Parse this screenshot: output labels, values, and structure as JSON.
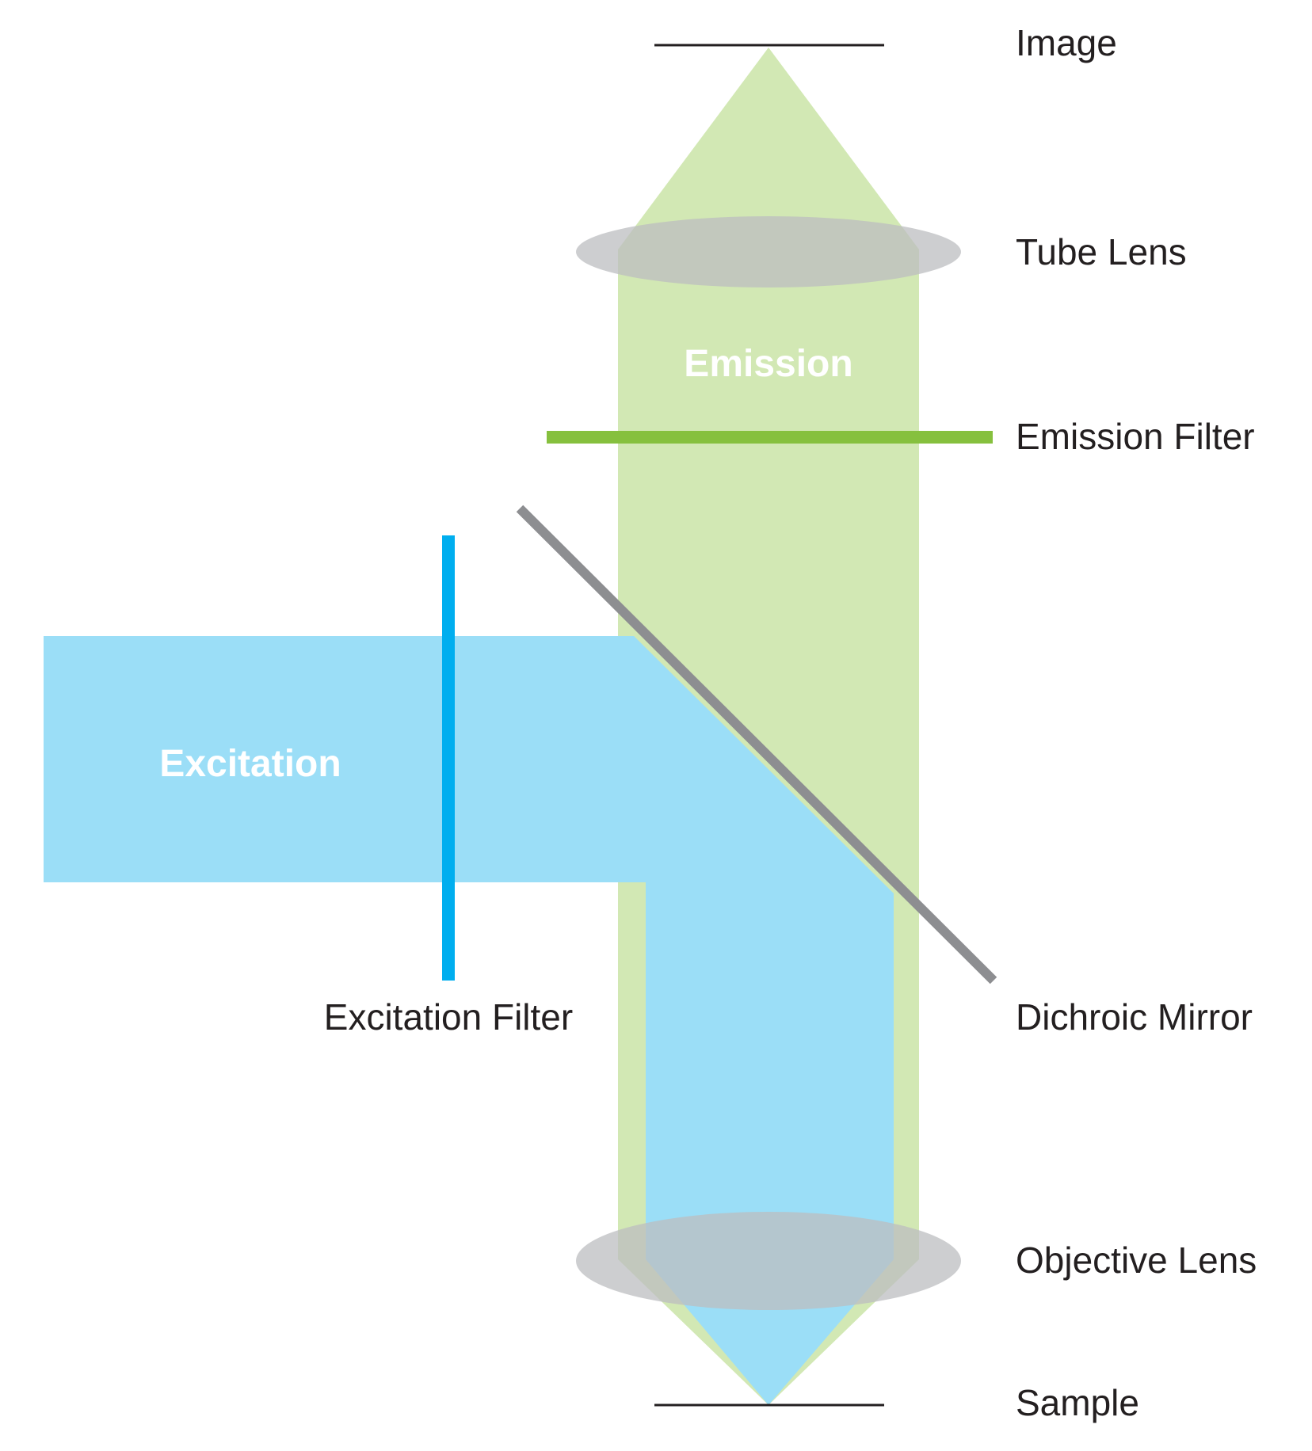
{
  "labels": {
    "image": "Image",
    "tube_lens": "Tube Lens",
    "emission_filter": "Emission Filter",
    "dichroic_mirror": "Dichroic Mirror",
    "objective_lens": "Objective Lens",
    "sample": "Sample",
    "excitation_filter": "Excitation Filter"
  },
  "beams": {
    "emission": "Emission",
    "excitation": "Excitation"
  },
  "colors": {
    "emission_beam": "#d2e8b4",
    "excitation_beam": "#9bdef7",
    "emission_filter": "#86c03e",
    "excitation_filter": "#00aeef",
    "dichroic_mirror": "#8d8e91",
    "lens": "#bcbec0",
    "line": "#231f20",
    "beam_text": "#ffffff"
  }
}
